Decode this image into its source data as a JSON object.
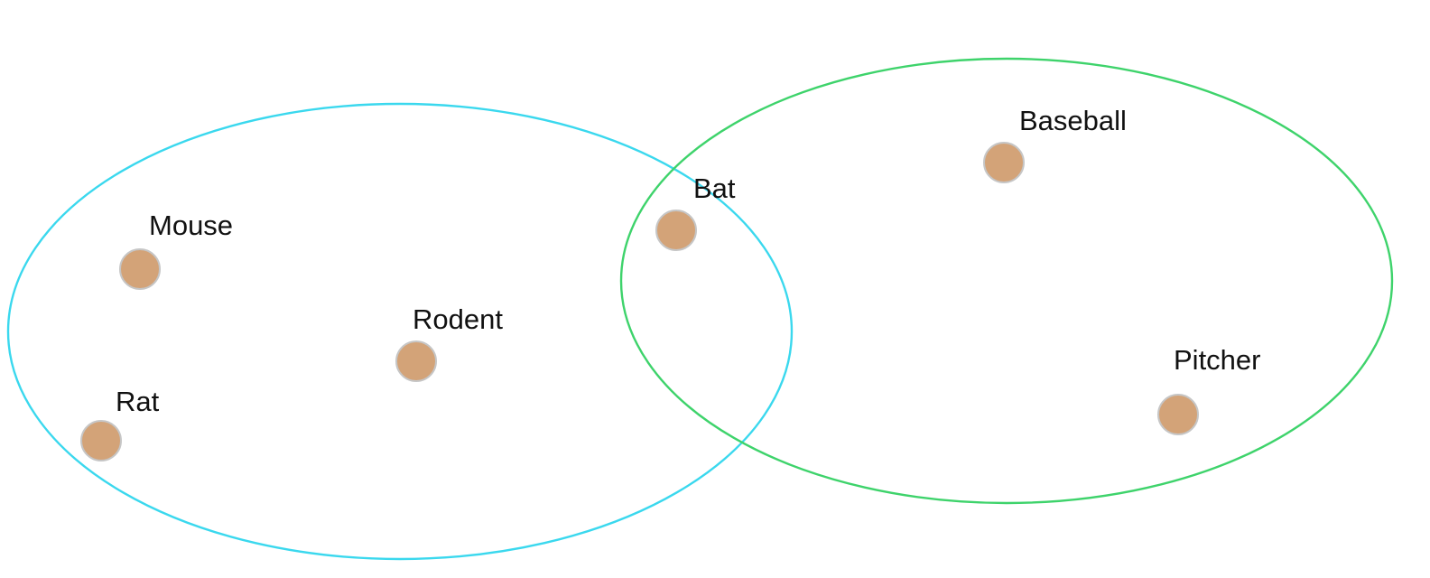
{
  "colors": {
    "background": "#ffffff",
    "animal_group_outline": "#3ad8ee",
    "sports_group_outline": "#3ed36b",
    "node_fill": "#d3a378",
    "node_stroke": "#c6c6c6",
    "label_text": "#111111"
  },
  "groups": [
    {
      "id": "animals",
      "outline_color": "#3ad8ee"
    },
    {
      "id": "baseball",
      "outline_color": "#3ed36b"
    }
  ],
  "nodes": [
    {
      "id": "mouse",
      "label": "Mouse",
      "groups": [
        "animals"
      ]
    },
    {
      "id": "rodent",
      "label": "Rodent",
      "groups": [
        "animals"
      ]
    },
    {
      "id": "rat",
      "label": "Rat",
      "groups": [
        "animals"
      ]
    },
    {
      "id": "bat",
      "label": "Bat",
      "groups": [
        "animals",
        "baseball"
      ]
    },
    {
      "id": "baseball",
      "label": "Baseball",
      "groups": [
        "baseball"
      ]
    },
    {
      "id": "pitcher",
      "label": "Pitcher",
      "groups": [
        "baseball"
      ]
    }
  ]
}
